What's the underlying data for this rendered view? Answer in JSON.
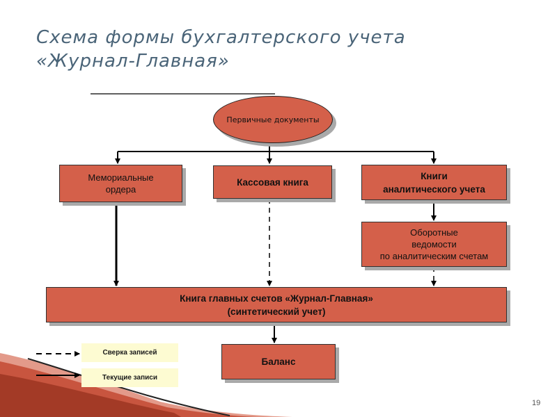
{
  "title": {
    "line1": "Схема формы бухгалтерского учета",
    "line2": "«Журнал-Главная»"
  },
  "nodes": {
    "primary_docs": "Первичные документы",
    "memorial_orders": [
      "Мемориальные",
      "ордера"
    ],
    "cash_book": "Кассовая книга",
    "analytic_books": [
      "Книги",
      "аналитического учета"
    ],
    "turnover_sheets": [
      "Оборотные",
      "ведомости",
      "по аналитическим счетам"
    ],
    "general_ledger": [
      "Книга главных счетов «Журнал-Главная»",
      "(синтетический учет)"
    ],
    "balance": "Баланс"
  },
  "legend": {
    "reconciliation": "Сверка записей",
    "current_entries": "Текущие записи"
  },
  "colors": {
    "box_fill": "#d4604a",
    "legend_fill": "#fdfbd2",
    "title": "#4a6478"
  },
  "page_number": "19"
}
